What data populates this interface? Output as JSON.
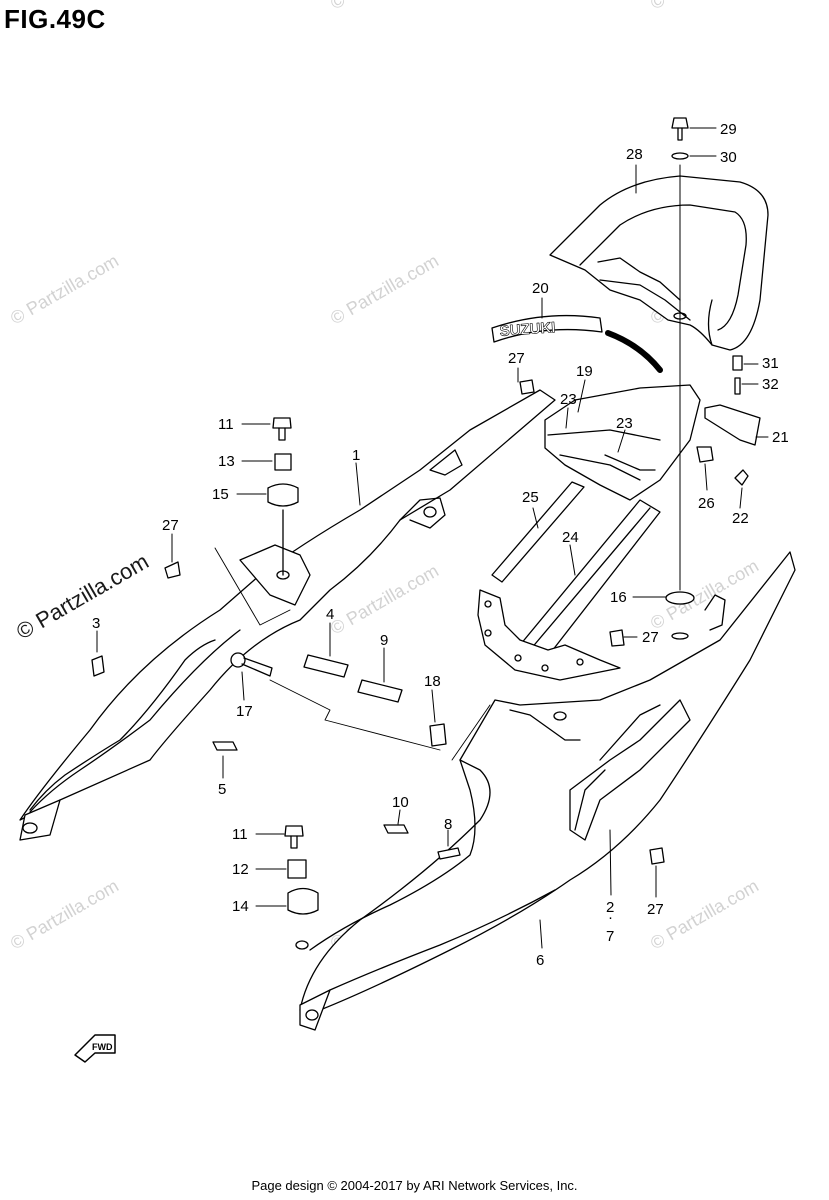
{
  "figure": {
    "title": "FIG.49C"
  },
  "watermarks": {
    "small": "© Partzilla.com",
    "large": "© Partzilla.com"
  },
  "decal": {
    "brand": "SUZUKI"
  },
  "fwd_arrow": {
    "label": "FWD"
  },
  "callouts": {
    "c1": "1",
    "c2": "2",
    "c2_7_sep": "·",
    "c7": "7",
    "c3": "3",
    "c4": "4",
    "c5": "5",
    "c6": "6",
    "c8": "8",
    "c9": "9",
    "c10": "10",
    "c11a": "11",
    "c11b": "11",
    "c12": "12",
    "c13": "13",
    "c14": "14",
    "c15": "15",
    "c16": "16",
    "c17": "17",
    "c18": "18",
    "c19": "19",
    "c20": "20",
    "c21": "21",
    "c22": "22",
    "c23a": "23",
    "c23b": "23",
    "c24": "24",
    "c25": "25",
    "c26": "26",
    "c27a": "27",
    "c27b": "27",
    "c27c": "27",
    "c27d": "27",
    "c28": "28",
    "c29": "29",
    "c30": "30",
    "c31": "31",
    "c32": "32"
  },
  "footer": {
    "text": "Page design © 2004-2017 by ARI Network Services, Inc."
  }
}
